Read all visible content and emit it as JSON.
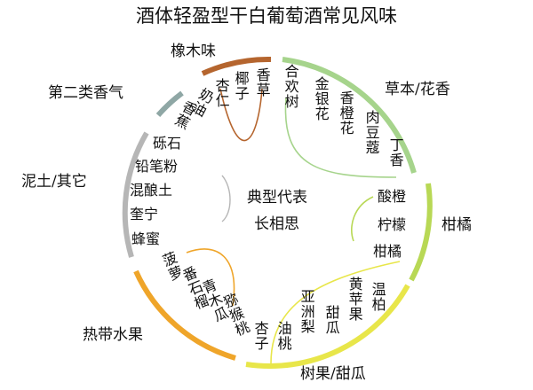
{
  "title": "酒体轻盈型干白葡萄酒常见风味",
  "center": {
    "line1": "典型代表",
    "line2": "长相思"
  },
  "colors": {
    "oak": "#b5652e",
    "herbal": "#a6d48c",
    "citrus": "#b8d855",
    "tree_fruit": "#e8e64a",
    "tropical": "#efa52a",
    "earth": "#b6b6b6",
    "secondary": "#8fa7a5"
  },
  "categories": {
    "oak": {
      "label": "橡木味",
      "items": [
        "椰子",
        "香草",
        "杏仁"
      ]
    },
    "herbal": {
      "label": "草本/花香",
      "items": [
        "合欢树",
        "金银花",
        "香橙花",
        "肉豆蔻",
        "丁香"
      ]
    },
    "citrus": {
      "label": "柑橘",
      "items": [
        "酸橙",
        "柠檬",
        "柑橘"
      ]
    },
    "tree_fruit": {
      "label": "树果/甜瓜",
      "items": [
        "温柏",
        "黄苹果",
        "甜瓜",
        "亚洲梨",
        "油桃",
        "杏子"
      ]
    },
    "tropical": {
      "label": "热带水果",
      "items": [
        "猕猴桃",
        "青木瓜",
        "番石榴",
        "菠萝"
      ]
    },
    "earth": {
      "label": "泥土/其它",
      "items": [
        "砾石",
        "铅笔粉",
        "混酿土",
        "奎宁",
        "蜂蜜"
      ]
    },
    "secondary": {
      "label": "第二类香气",
      "items": [
        "奶油",
        "香蕉"
      ]
    }
  }
}
